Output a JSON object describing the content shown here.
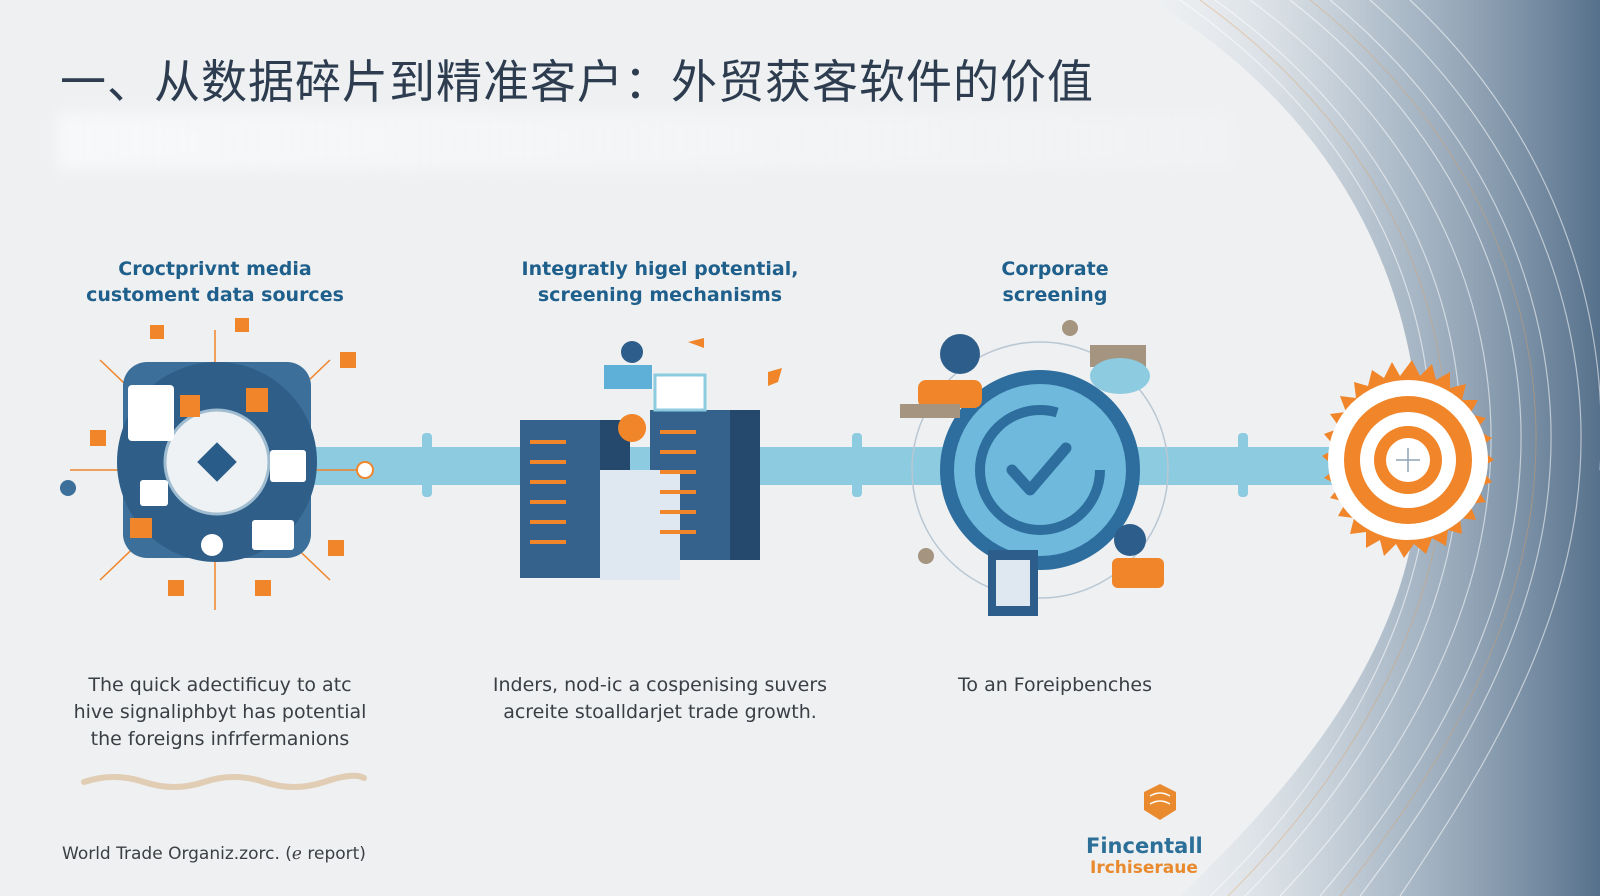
{
  "slide": {
    "title": "一、从数据碎片到精准客户：外贸获客软件的价值",
    "stages": [
      {
        "heading_line1": "Croctprivnt media",
        "heading_line2": "customent data sources",
        "desc_line1": "The quick adectificuy to atc",
        "desc_line2": "hive signaliphbyt has potential",
        "desc_line3": "the foreigns infrfermanions"
      },
      {
        "heading_line1": "Integratly higel potential,",
        "heading_line2": "screening mechanisms",
        "desc_line1": "Inders, nod-ic a cospenising suvers",
        "desc_line2": "acreite stoalldarjet trade growth."
      },
      {
        "heading_line1": "Corporate",
        "heading_line2": "screening",
        "desc_line1": "To an Foreipbenches"
      }
    ],
    "source": "World Trade Organiz.zorc. (ℯ report)",
    "brand": {
      "line1": "Fincentall",
      "line2": "Irchiseraue"
    },
    "colors": {
      "accent_blue": "#1f5f8b",
      "accent_orange": "#f0852a",
      "bar_blue": "#8ccbe0"
    }
  }
}
